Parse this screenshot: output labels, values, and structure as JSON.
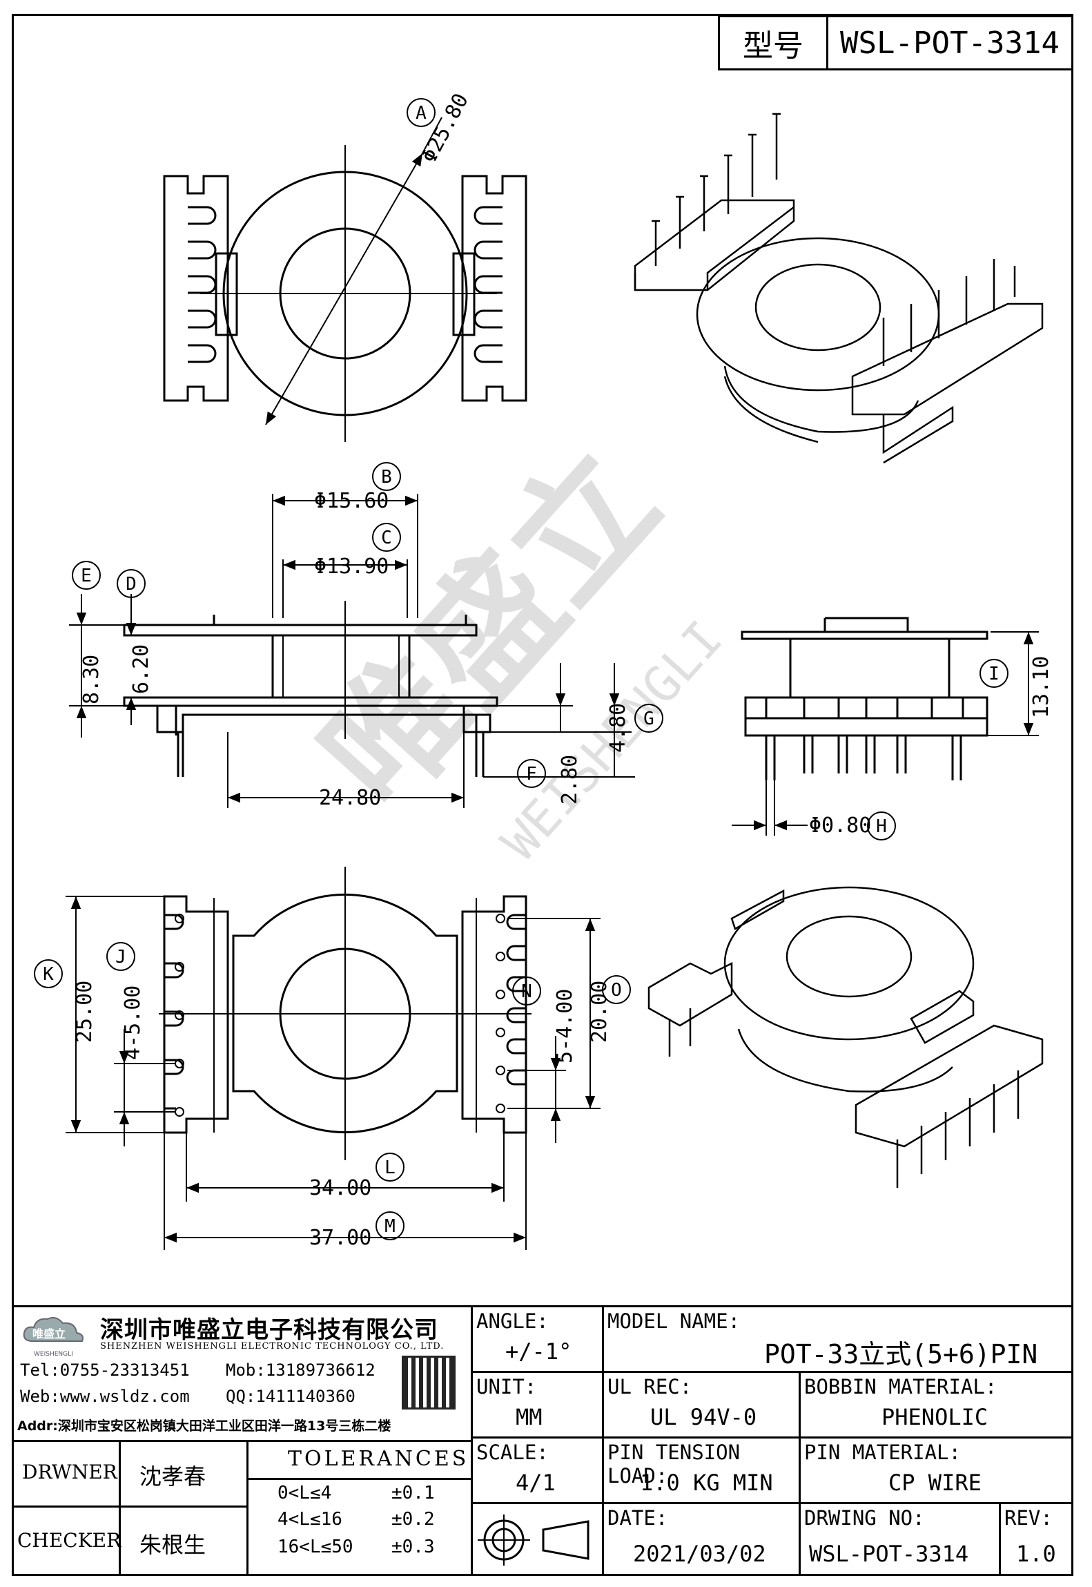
{
  "title_block": {
    "type_label": "型号",
    "model": "WSL-POT-3314"
  },
  "dims": {
    "A": "Φ25.80",
    "B": "Φ15.60",
    "C": "Φ13.90",
    "E": "8.30",
    "D": "6.20",
    "G": "4.80",
    "F": "2.80",
    "bottom_width": "24.80",
    "I": "13.10",
    "H": "Φ0.80",
    "K": "25.00",
    "J": "4-5.00",
    "N": "5-4.00",
    "O": "20.00",
    "L": "34.00",
    "M": "37.00"
  },
  "callouts": [
    "A",
    "B",
    "C",
    "D",
    "E",
    "F",
    "G",
    "H",
    "I",
    "J",
    "K",
    "L",
    "M",
    "N",
    "O"
  ],
  "watermark": {
    "cn": "唯盛立",
    "en": "WEISHENGLI"
  },
  "company": {
    "logo_cn": "唯盛立",
    "logo_en": "WEISHENGLI",
    "name_cn": "深圳市唯盛立电子科技有限公司",
    "name_en": "SHENZHEN WEISHENGLI ELECTRONIC TECHNOLOGY CO., LTD.",
    "tel": "Tel:0755-23313451",
    "mob": "Mob:13189736612",
    "web": "Web:www.wsldz.com",
    "qq": "QQ:1411140360",
    "addr": "Addr:深圳市宝安区松岗镇大田洋工业区田洋一路13号三栋二楼"
  },
  "info": {
    "angle_label": "ANGLE:",
    "angle_value": "+/-1°",
    "model_label": "MODEL NAME:",
    "model_value": "POT-33立式(5+6)PIN",
    "unit_label": "UNIT:",
    "unit_value": "MM",
    "ul_label": "UL REC:",
    "ul_value": "UL 94V-0",
    "bobbin_label": "BOBBIN MATERIAL:",
    "bobbin_value": "PHENOLIC",
    "scale_label": "SCALE:",
    "scale_value": "4/1",
    "tension_label": "PIN TENSION LOAD:",
    "tension_value": "1.0 KG MIN",
    "pin_label": "PIN MATERIAL:",
    "pin_value": "CP WIRE",
    "date_label": "DATE:",
    "date_value": "2021/03/02",
    "dwg_label": "DRWING NO:",
    "dwg_value": "WSL-POT-3314",
    "rev_label": "REV:",
    "rev_value": "1.0"
  },
  "people": {
    "drawer_label": "DRWNER",
    "drawer": "沈孝春",
    "checker_label": "CHECKER",
    "checker": "朱根生"
  },
  "tolerances": {
    "title": "TOLERANCES",
    "rows": [
      {
        "range": "0<L≤4",
        "tol": "±0.1"
      },
      {
        "range": "4<L≤16",
        "tol": "±0.2"
      },
      {
        "range": "16<L≤50",
        "tol": "±0.3"
      }
    ]
  }
}
